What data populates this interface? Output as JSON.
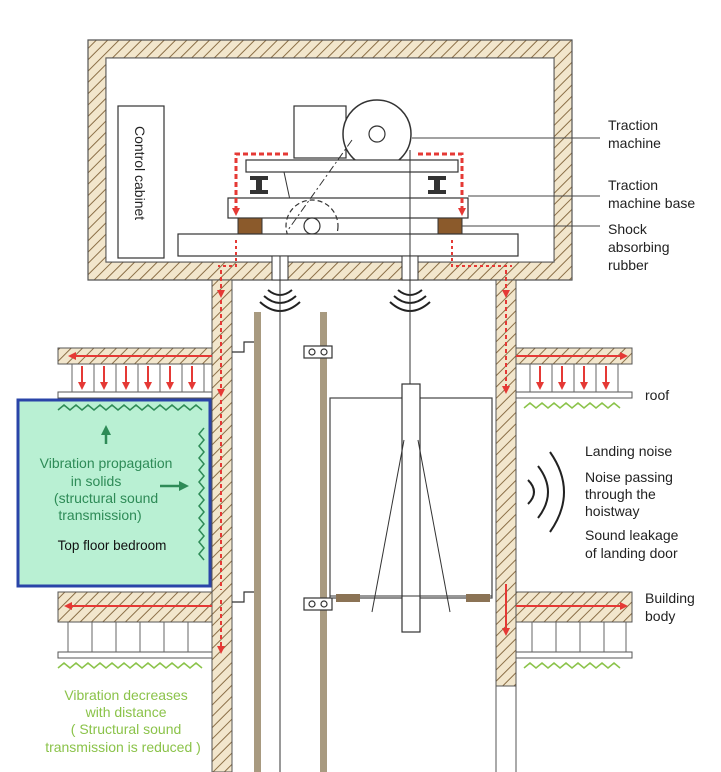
{
  "labels": {
    "traction_machine": [
      "Traction",
      "machine"
    ],
    "traction_machine_base": [
      "Traction",
      "machine base"
    ],
    "shock_absorbing_rubber": [
      "Shock",
      "absorbing",
      "rubber"
    ],
    "control_cabinet": "Control cabinet",
    "roof": "roof",
    "landing_noise": "Landing noise",
    "noise_hoistway": [
      "Noise passing",
      "through the",
      "hoistway"
    ],
    "sound_leakage": [
      "Sound leakage",
      "of landing door"
    ],
    "building_body": [
      "Building",
      "body"
    ],
    "vibration_solids": [
      "Vibration propagation",
      "in solids",
      "(structural sound",
      "transmission)"
    ],
    "top_floor_bedroom": "Top floor bedroom",
    "vibration_decreases": [
      "Vibration decreases",
      "with distance",
      "( Structural sound",
      "transmission is reduced )"
    ]
  },
  "colors": {
    "wall_hatch": "#8b6f47",
    "wall_fill": "#f2e6cc",
    "vibration_arrow": "#e53935",
    "bedroom_fill": "#b9f0d3",
    "bedroom_border": "#2a44a8",
    "vibration_text": "#2e8b57",
    "decrease_text": "#8bc34a",
    "rail": "#a89a80",
    "rubber": "#8b5a2b"
  }
}
